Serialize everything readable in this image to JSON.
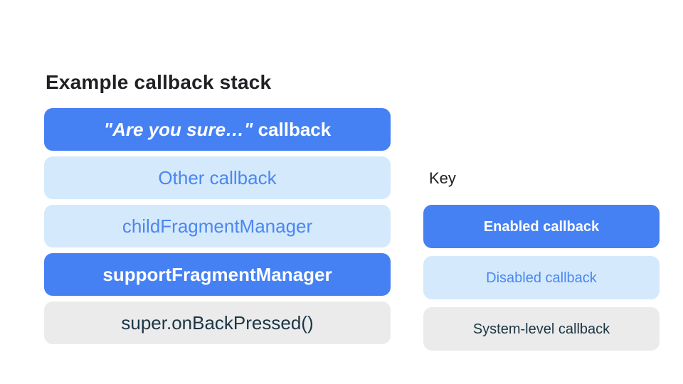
{
  "colors": {
    "canvas_bg": "#ffffff",
    "heading_text": "#202124",
    "enabled_bg": "#4681f4",
    "enabled_text": "#ffffff",
    "disabled_bg": "#d4eafc",
    "disabled_text": "#4d86f0",
    "system_bg": "#ebebeb",
    "system_text": "#1c3645"
  },
  "stack": {
    "title": "Example callback stack",
    "items": [
      {
        "label_quoted": "\"Are you sure…\"",
        "label_rest": " callback",
        "type": "enabled"
      },
      {
        "label": "Other callback",
        "type": "disabled"
      },
      {
        "label": "childFragmentManager",
        "type": "disabled"
      },
      {
        "label": "supportFragmentManager",
        "type": "enabled"
      },
      {
        "label": "super.onBackPressed()",
        "type": "system"
      }
    ]
  },
  "key": {
    "title": "Key",
    "items": [
      {
        "label": "Enabled callback",
        "type": "enabled"
      },
      {
        "label": "Disabled callback",
        "type": "disabled"
      },
      {
        "label": "System-level callback",
        "type": "system"
      }
    ]
  }
}
